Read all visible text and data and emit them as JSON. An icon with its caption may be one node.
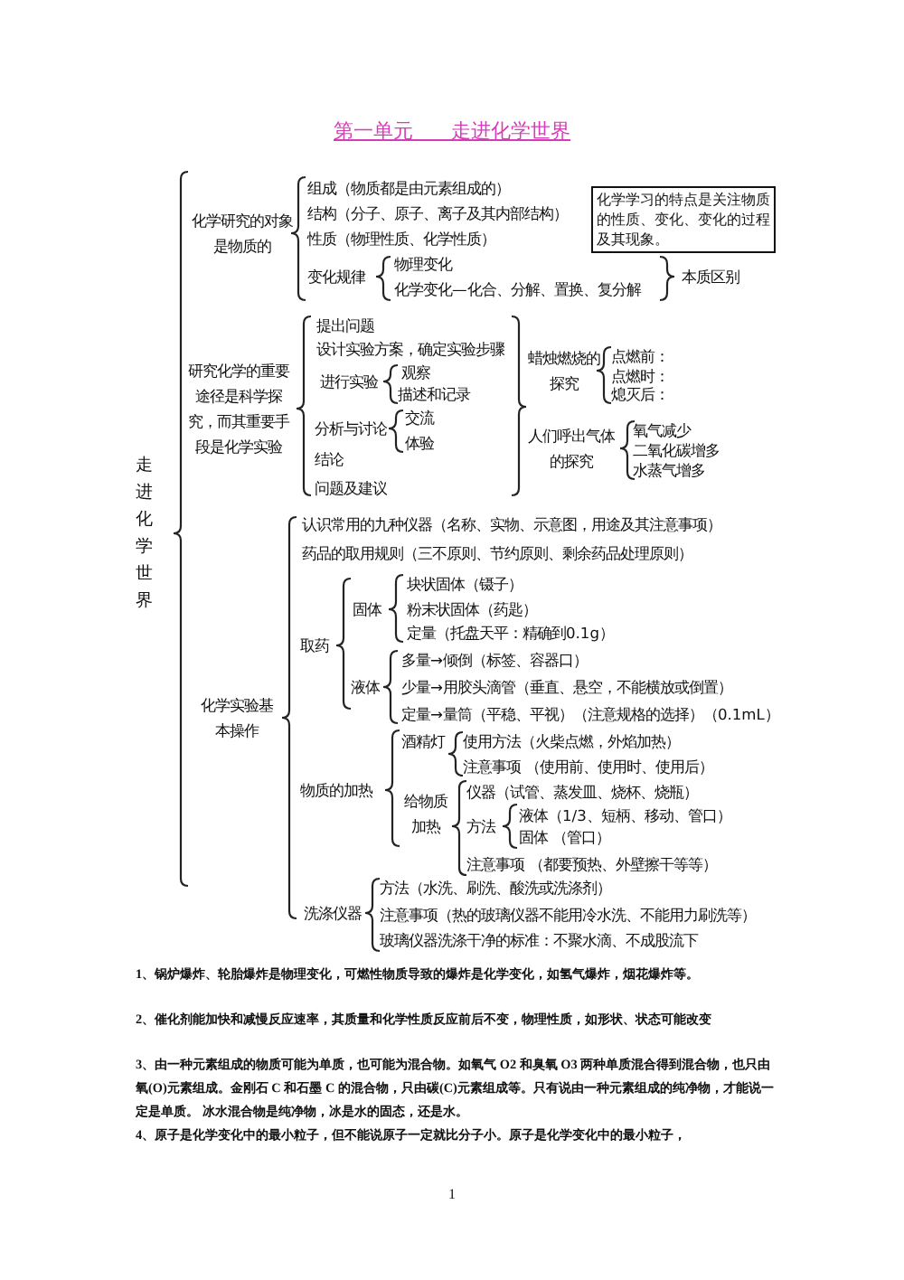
{
  "diagram": {
    "title": "第一单元      走进化学世界",
    "nodes": [
      {
        "text": [
          "化学学习的特点是关注物质的性质、变化、变化的过程及其现象。"
        ]
      }
    ],
    "labels": [
      "化学研究的对象是物质的",
      "组成（物质都是由元素组成的）",
      "结构（分子、原子、离子及其内部结构）",
      "性质（物理性质、化学性质）",
      "变化规律",
      "物理变化",
      "化学变化—化合、分解、置换、复分解",
      "本质区别",
      "研究化学的重要途径是科学探究，而其重要手段是化学实验",
      "提出问题",
      "设计实验方案，确定实验步骤",
      "进行实验",
      "观察",
      "描述和记录",
      "分析与讨论",
      "交流",
      "体验",
      "结论",
      "问题及建议",
      "蜡烛燃烧的探究",
      "点燃前：",
      "点燃时：",
      "熄灭后：",
      "人们呼出气体的探究",
      "氧气减少",
      "二氧化碳增多",
      "水蒸气增多",
      "走进化学世界",
      "认识常用的九种仪器（名称、实物、示意图，用途及其注意事项）",
      "药品的取用规则（三不原则、节约原则、剩余药品处理原则）",
      "固体",
      "块状固体（镊子）",
      "粉末状固体（药匙）",
      "定量（托盘天平：精确到0.1g）",
      "取药",
      "多量→倾倒（标签、容器口）",
      "液体",
      "少量→用胶头滴管（垂直、悬空，不能横放或倒置）",
      "化学实验基本操作",
      "定量→量筒（平稳、平视）（注意规格的选择）（0.1mL）",
      "酒精灯",
      "使用方法（火柴点燃，外焰加热）",
      "注意事项 （使用前、使用时、使用后）",
      "物质的加热",
      "仪器（试管、蒸发皿、烧杯、烧瓶）",
      "给物质加热",
      "液体（1/3、短柄、移动、管口）",
      "方法",
      "固体 （管口）",
      "注意事项 （都要预热、外壁擦干等等）",
      "方法（水洗、刷洗、酸洗或洗涤剂）",
      "洗涤仪器",
      "注意事项（热的玻璃仪器不能用冷水洗、不能用力刷洗等）",
      "玻璃仪器洗涤干净的标准：不聚水滴、不成股流下",
      "1、锅炉爆炸、轮胎爆炸是物理变化，可燃性物质导致的爆炸是化学变化，如氢气爆炸，烟花爆炸等。",
      "2、催化剂能加快和减慢反应速率，其质量和化学性质反应前后不变，物理性质，如形状、状态可能改变",
      "3、由一种元素组成的物质可能为单质，也可能为混合物。如氧气 O2 和臭氧 O3 两种单质混合得到混合物，也只由氧(O)元素组成。金刚石 C 和石墨 C 的混合物，只由碳(C)元素组成等。只有说由一种元素组成的纯净物，才能说一定是单质。 冰水混合物是纯净物，冰是水的固态，还是水。",
      "4、原子是化学变化中的最小粒子，但不能说原子一定就比分子小。原子是化学变化中的最小粒子，",
      "1"
    ]
  }
}
